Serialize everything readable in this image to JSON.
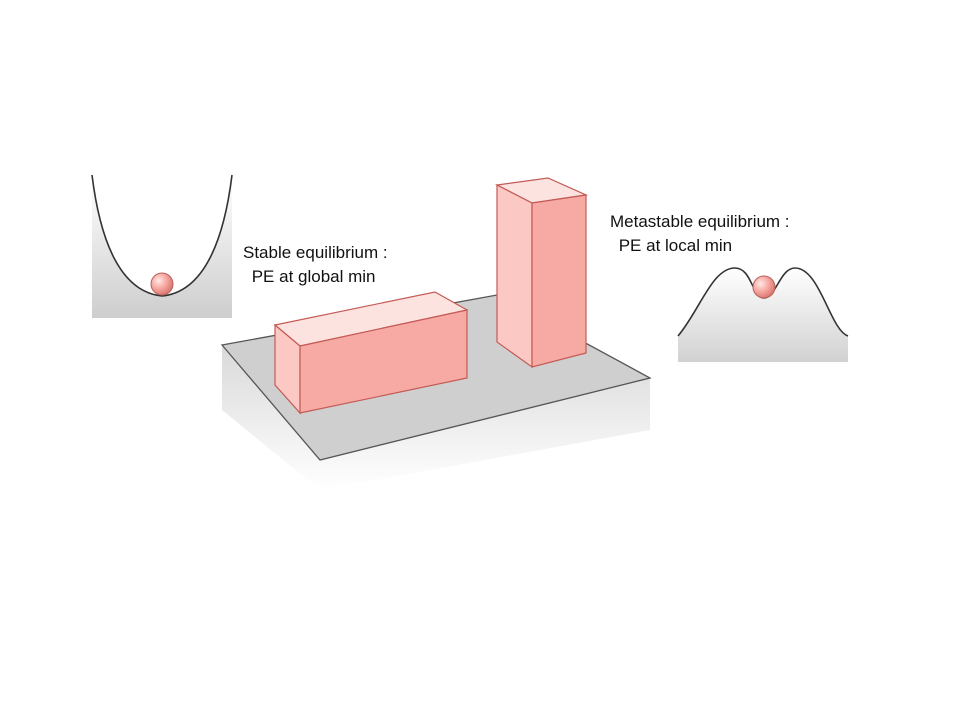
{
  "labels": {
    "stable": {
      "line1": "Stable equilibrium :",
      "line2": " PE at global min"
    },
    "metastable": {
      "line1": "Metastable equilibrium :",
      "line2": " PE at local min"
    }
  },
  "colors": {
    "block_front": "#f7a9a3",
    "block_side": "#fbc8c3",
    "block_top": "#fde3e0",
    "block_edge": "#c45a55",
    "table_top": "#cfcfcf",
    "table_edge": "#555555",
    "ball": "#f39b95",
    "curve_shadow": "#d6d6d6",
    "curve_line": "#333333"
  }
}
